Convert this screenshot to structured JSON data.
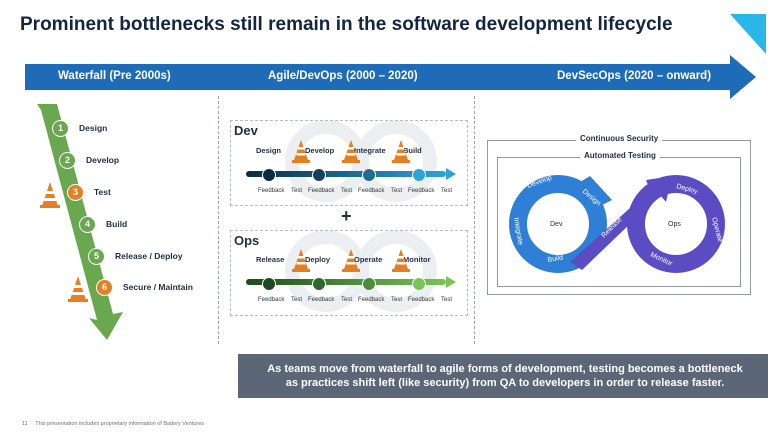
{
  "title": "Prominent bottlenecks still remain in the software development lifecycle",
  "eras": [
    "Waterfall (Pre 2000s)",
    "Agile/DevOps (2000 – 2020)",
    "DevSecOps (2020 – onward)"
  ],
  "waterfall": {
    "steps": [
      {
        "num": "1",
        "label": "Design",
        "bottleneck": false
      },
      {
        "num": "2",
        "label": "Develop",
        "bottleneck": false
      },
      {
        "num": "3",
        "label": "Test",
        "bottleneck": true
      },
      {
        "num": "4",
        "label": "Build",
        "bottleneck": false
      },
      {
        "num": "5",
        "label": "Release / Deploy",
        "bottleneck": false
      },
      {
        "num": "6",
        "label": "Secure / Maintain",
        "bottleneck": true
      }
    ]
  },
  "agile": {
    "dev": {
      "heading": "Dev",
      "stages": [
        "Design",
        "Develop",
        "Integrate",
        "Build"
      ]
    },
    "plus": "+",
    "ops": {
      "heading": "Ops",
      "stages": [
        "Release",
        "Deploy",
        "Operate",
        "Monitor"
      ]
    },
    "feedback_label": "Feedback",
    "test_label": "Test"
  },
  "devsecops": {
    "continuous_security": "Continuous Security",
    "automated_testing": "Automated Testing",
    "loop_labels": {
      "develop": "Develop",
      "design": "Design",
      "integrate": "Integrate",
      "build": "Build",
      "dev": "Dev",
      "release": "Release",
      "deploy": "Deploy",
      "operate": "Operate",
      "monitor": "Monitor",
      "ops": "Ops"
    }
  },
  "callout": {
    "line1": "As teams move from waterfall to agile forms of development, testing becomes a bottleneck",
    "line2": "as practices shift left (like security) from QA to developers in order to release faster."
  },
  "footer": {
    "page": "11",
    "text": "This presentation includes proprietary information of Battery Ventures"
  },
  "colors": {
    "navy": "#13253f",
    "blue": "#1e6bb8",
    "green": "#6aa84f",
    "orange": "#e67e22",
    "purple": "#5b4cc4",
    "loopblue": "#2f7fd6"
  }
}
